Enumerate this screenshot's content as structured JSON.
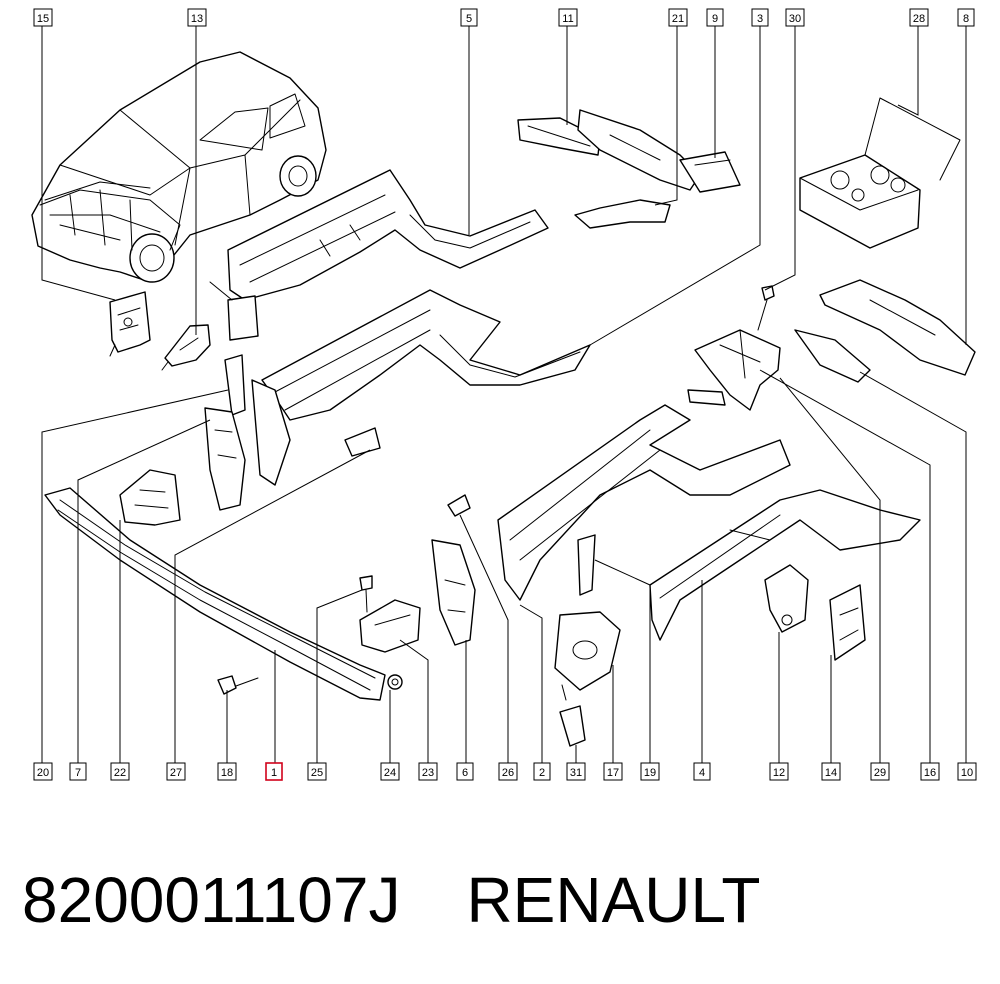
{
  "callouts": [
    {
      "label": "15",
      "highlight": false
    },
    {
      "label": "13",
      "highlight": false
    },
    {
      "label": "5",
      "highlight": false
    },
    {
      "label": "11",
      "highlight": false
    },
    {
      "label": "21",
      "highlight": false
    },
    {
      "label": "9",
      "highlight": false
    },
    {
      "label": "3",
      "highlight": false
    },
    {
      "label": "30",
      "highlight": false
    },
    {
      "label": "28",
      "highlight": false
    },
    {
      "label": "8",
      "highlight": false
    },
    {
      "label": "20",
      "highlight": false
    },
    {
      "label": "7",
      "highlight": false
    },
    {
      "label": "22",
      "highlight": false
    },
    {
      "label": "27",
      "highlight": false
    },
    {
      "label": "18",
      "highlight": false
    },
    {
      "label": "1",
      "highlight": true
    },
    {
      "label": "25",
      "highlight": false
    },
    {
      "label": "24",
      "highlight": false
    },
    {
      "label": "23",
      "highlight": false
    },
    {
      "label": "6",
      "highlight": false
    },
    {
      "label": "26",
      "highlight": false
    },
    {
      "label": "2",
      "highlight": false
    },
    {
      "label": "31",
      "highlight": false
    },
    {
      "label": "17",
      "highlight": false
    },
    {
      "label": "19",
      "highlight": false
    },
    {
      "label": "4",
      "highlight": false
    },
    {
      "label": "12",
      "highlight": false
    },
    {
      "label": "14",
      "highlight": false
    },
    {
      "label": "29",
      "highlight": false
    },
    {
      "label": "16",
      "highlight": false
    },
    {
      "label": "10",
      "highlight": false
    }
  ],
  "caption": {
    "part_number": "8200011107J",
    "brand": "RENAULT"
  },
  "colors": {
    "line": "#000000",
    "highlight": "#d0021b",
    "background": "#ffffff"
  }
}
